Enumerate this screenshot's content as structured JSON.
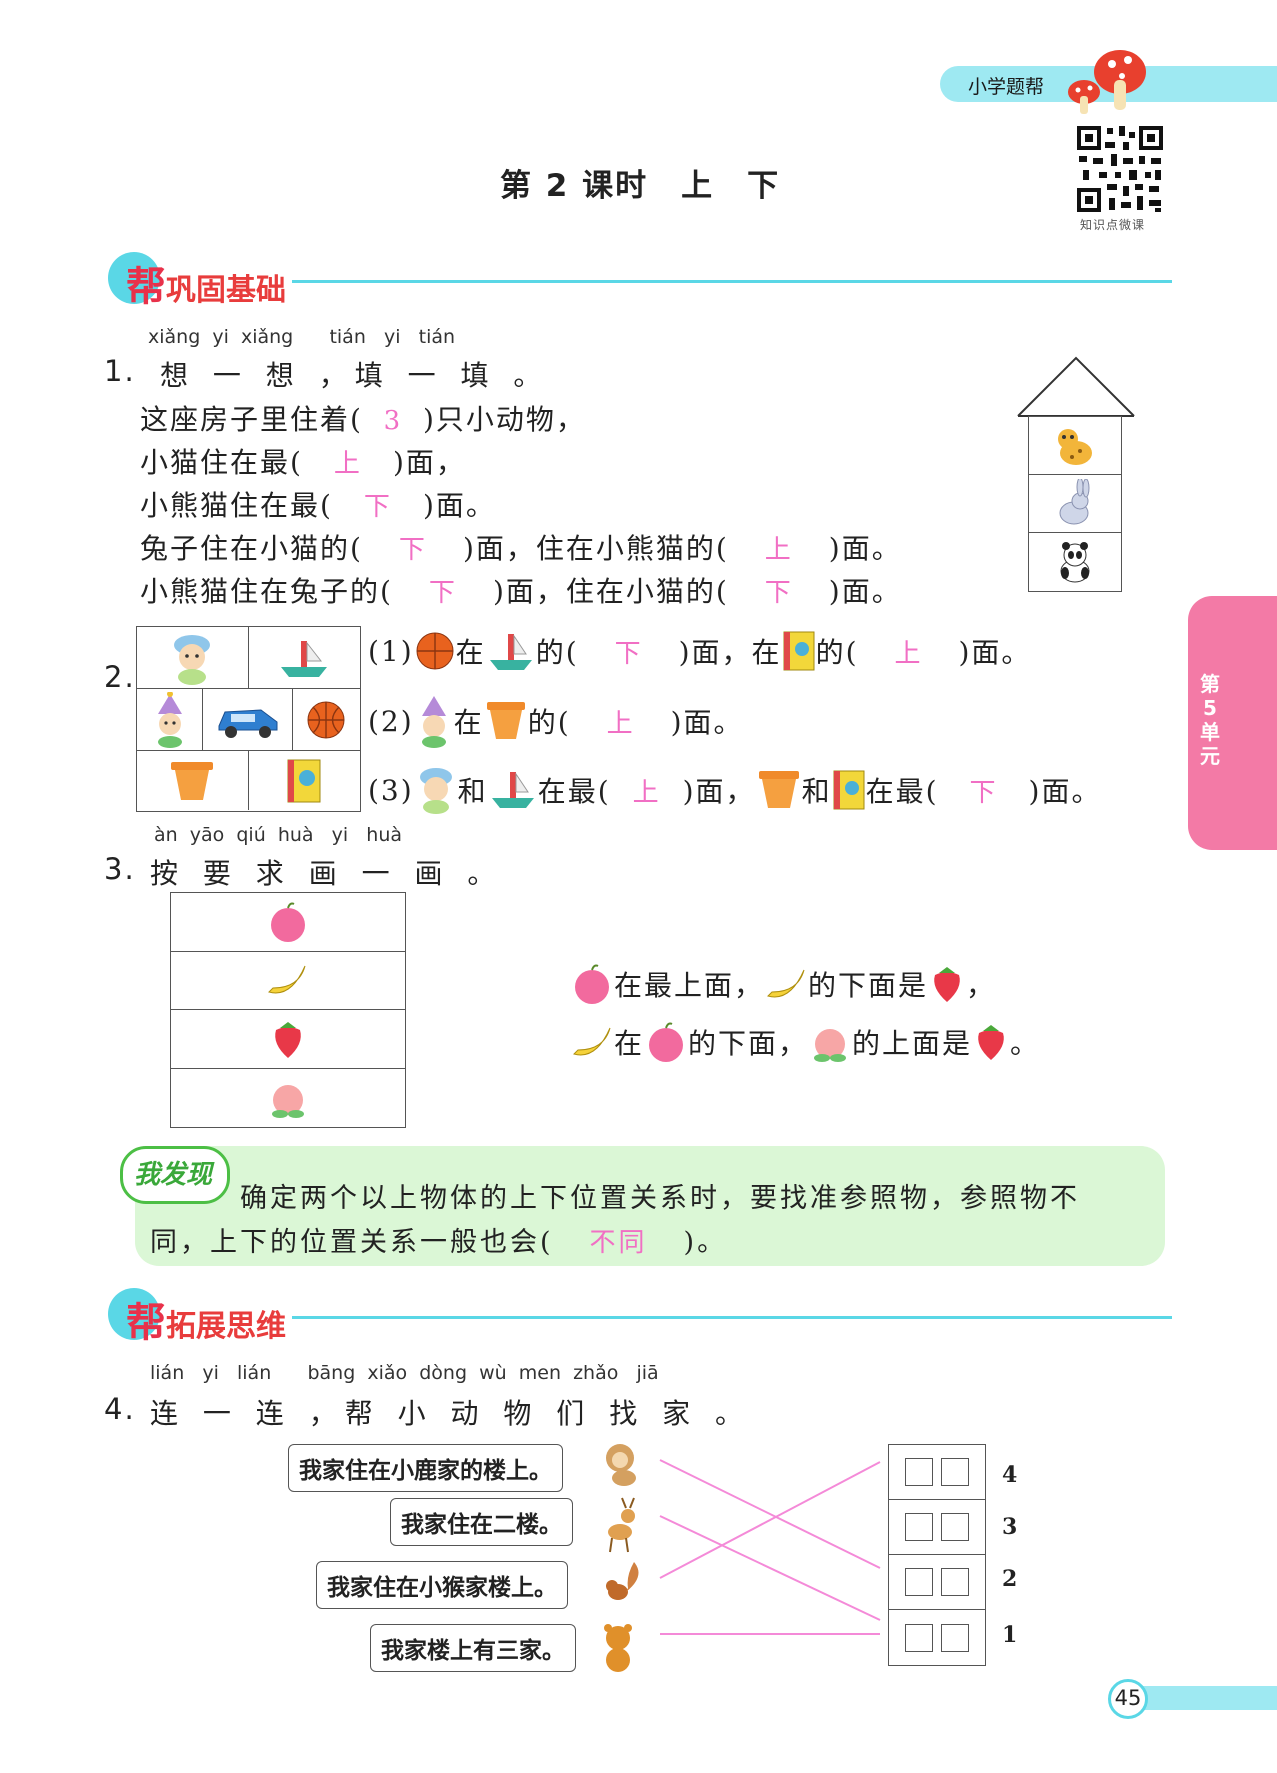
{
  "header": {
    "brand": "小学题帮",
    "qr_caption": "知识点微课",
    "lesson_title": "第 2 课时　上　下"
  },
  "sections": {
    "basics": {
      "first": "帮",
      "rest": "巩固基础"
    },
    "extend": {
      "first": "帮",
      "rest": "拓展思维"
    }
  },
  "side_tab": {
    "label": "第5单元"
  },
  "q1": {
    "pinyin": "xiǎng  yi  xiǎng      tián   yi   tián",
    "number": "1.",
    "title": "想 一 想 ，填 一 填 。",
    "lines": [
      {
        "pre": "这座房子里住着(",
        "ans": "3",
        "post": ")只小动物，"
      },
      {
        "pre": "小猫住在最(",
        "ans": "上",
        "post": ")面，"
      },
      {
        "pre": "小熊猫住在最(",
        "ans": "下",
        "post": ")面。"
      },
      {
        "pre": "兔子住在小猫的(",
        "ans": "下",
        "mid": ")面，住在小熊猫的(",
        "ans2": "上",
        "post": ")面。"
      },
      {
        "pre": "小熊猫住在兔子的(",
        "ans": "下",
        "mid": ")面，住在小猫的(",
        "ans2": "下",
        "post": ")面。"
      }
    ]
  },
  "q2": {
    "number": "2.",
    "p1": {
      "no": "(1)",
      "a": "在",
      "b": "的(",
      "ans": "下",
      "c": ")面，在",
      "d": "的(",
      "ans2": "上",
      "e": ")面。"
    },
    "p2": {
      "no": "(2)",
      "a": "在",
      "b": "的(",
      "ans": "上",
      "c": ")面。"
    },
    "p3": {
      "no": "(3)",
      "a": "和",
      "b": "在最(",
      "ans": "上",
      "c": ")面，",
      "d": "和",
      "e": "在最(",
      "ans2": "下",
      "f": ")面。"
    }
  },
  "q3": {
    "pinyin": "àn  yāo  qiú  huà   yi   huà",
    "number": "3.",
    "title": "按 要 求 画 一 画 。",
    "s1a": "在最上面，",
    "s1b": "的下面是",
    "s1c": "，",
    "s2a": "在",
    "s2b": "的下面，",
    "s2c": "的上面是",
    "s2d": "。"
  },
  "finding": {
    "badge": "我发现",
    "line1": "确定两个以上物体的上下位置关系时，要找准参照物，参照物不",
    "line2_pre": "同，上下的位置关系一般也会(",
    "ans": "不同",
    "line2_post": ")。"
  },
  "q4": {
    "pinyin": "lián   yi   lián      bāng  xiǎo  dòng  wù  men  zhǎo   jiā",
    "number": "4.",
    "title": "连 一 连 ，帮 小 动 物 们 找 家 。",
    "bubbles": [
      "我家住在小鹿家的楼上。",
      "我家住在二楼。",
      "我家住在小猴家楼上。",
      "我家楼上有三家。"
    ],
    "floors": [
      "4",
      "3",
      "2",
      "1"
    ]
  },
  "page_number": "45",
  "colors": {
    "cyan": "#5ad7e6",
    "answer_pink": "#f16fc4",
    "tab_pink": "#f37aa6",
    "finding_green": "#dbf7d6"
  }
}
